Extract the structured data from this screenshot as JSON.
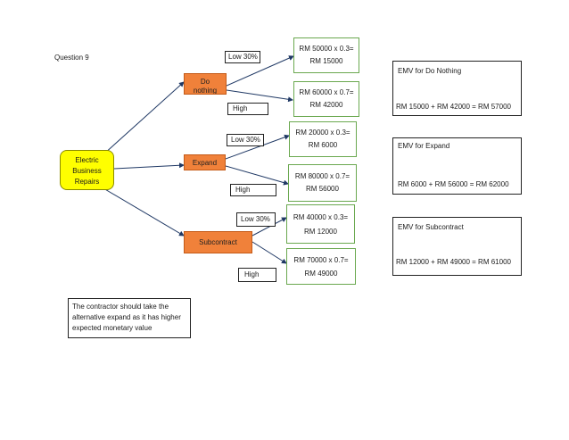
{
  "question_label": "Question 9",
  "root": {
    "lines": [
      "Electric",
      "Business",
      "Repairs"
    ]
  },
  "options": [
    {
      "name": "Do nothing",
      "name_lines": [
        "Do",
        "nothing"
      ],
      "low_label": "Low 30%",
      "high_label": "High",
      "low_leaf": [
        "RM 50000 x 0.3=",
        "RM 15000"
      ],
      "high_leaf": [
        "RM 60000 x 0.7=",
        "RM 42000"
      ],
      "emv_title": "EMV for Do Nothing",
      "emv_formula": "RM 15000 + RM 42000 = RM 57000"
    },
    {
      "name": "Expand",
      "name_lines": [
        "Expand"
      ],
      "low_label": "Low 30%",
      "high_label": "High",
      "low_leaf": [
        "RM 20000 x 0.3=",
        "RM 6000"
      ],
      "high_leaf": [
        "RM 80000 x 0.7=",
        "RM 56000"
      ],
      "emv_title": "EMV for Expand",
      "emv_formula": "RM 6000 + RM 56000 = RM 62000"
    },
    {
      "name": "Subcontract",
      "name_lines": [
        "Subcontract"
      ],
      "low_label": "Low 30%",
      "high_label": "High",
      "low_leaf": [
        "RM 40000 x 0.3=",
        "RM 12000"
      ],
      "high_leaf": [
        "RM 70000 x 0.7=",
        "RM 49000"
      ],
      "emv_title": "EMV for Subcontract",
      "emv_formula": "RM 12000 + RM 49000 = RM 61000"
    }
  ],
  "conclusion": [
    "The contractor should take the",
    "alternative expand as it has higher",
    "expected monetary value"
  ],
  "colors": {
    "root": "#ffff00",
    "decision": "#f0813a",
    "leaf_border": "#6aa84f",
    "edge": "#1f3864"
  }
}
